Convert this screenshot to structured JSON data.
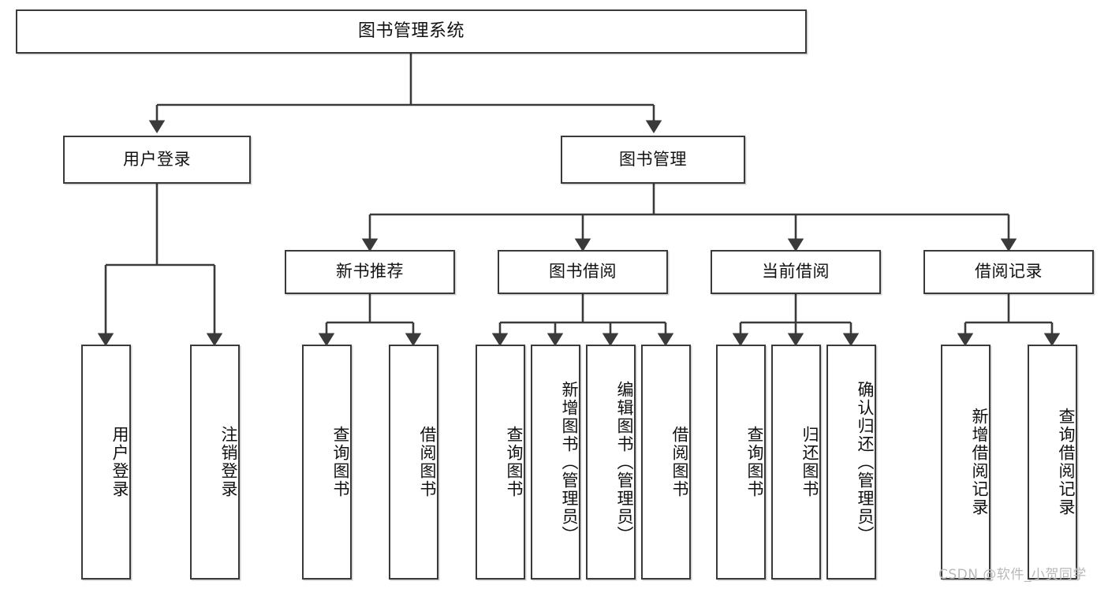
{
  "diagram": {
    "type": "tree",
    "title": "图书管理系统",
    "orientation": "top-down",
    "colors": {
      "box_border": "#3a3a3a",
      "box_fill": "#ffffff",
      "edge": "#3a3a3a",
      "text": "#111111",
      "watermark": "#b9b9b9"
    },
    "root": {
      "label": "图书管理系统"
    },
    "level2": [
      {
        "id": "user-login",
        "label": "用户登录"
      },
      {
        "id": "book-manage",
        "label": "图书管理"
      }
    ],
    "level3": [
      {
        "id": "new-book-rec",
        "label": "新书推荐",
        "parent": "book-manage"
      },
      {
        "id": "book-borrow",
        "label": "图书借阅",
        "parent": "book-manage"
      },
      {
        "id": "current-borrow",
        "label": "当前借阅",
        "parent": "book-manage"
      },
      {
        "id": "borrow-record",
        "label": "借阅记录",
        "parent": "book-manage"
      }
    ],
    "leaves": {
      "user-login": [
        {
          "id": "leaf-user-login",
          "label": "用户登录"
        },
        {
          "id": "leaf-logout",
          "label": "注销登录"
        }
      ],
      "new-book-rec": [
        {
          "id": "leaf-query-book-1",
          "label": "查询图书"
        },
        {
          "id": "leaf-borrow-book-1",
          "label": "借阅图书"
        }
      ],
      "book-borrow": [
        {
          "id": "leaf-query-book-2",
          "label": "查询图书"
        },
        {
          "id": "leaf-add-book",
          "label": "新增图书（管理员）"
        },
        {
          "id": "leaf-edit-book",
          "label": "编辑图书（管理员）"
        },
        {
          "id": "leaf-borrow-book-2",
          "label": "借阅图书"
        }
      ],
      "current-borrow": [
        {
          "id": "leaf-query-book-3",
          "label": "查询图书"
        },
        {
          "id": "leaf-return-book",
          "label": "归还图书"
        },
        {
          "id": "leaf-confirm-return",
          "label": "确认归还（管理员）"
        }
      ],
      "borrow-record": [
        {
          "id": "leaf-add-record",
          "label": "新增借阅记录"
        },
        {
          "id": "leaf-query-record",
          "label": "查询借阅记录"
        }
      ]
    }
  },
  "watermark": {
    "text": "CSDN @软件_小贺同学"
  }
}
